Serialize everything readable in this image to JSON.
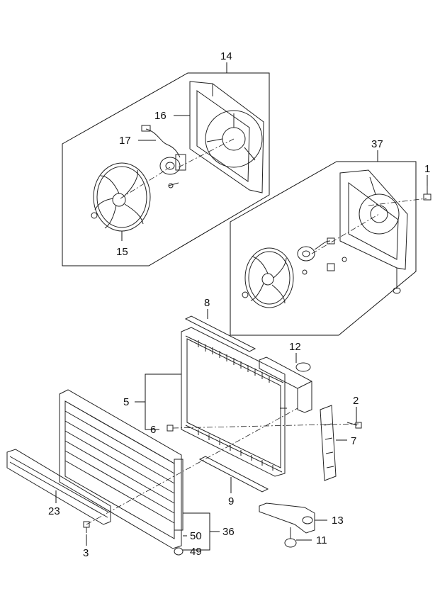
{
  "diagram": {
    "labels": {
      "p14": "14",
      "p16": "16",
      "p17": "17",
      "p15": "15",
      "p37": "37",
      "p1": "1",
      "p8": "8",
      "p12": "12",
      "p5": "5",
      "p6": "6",
      "p2": "2",
      "p7": "7",
      "p9": "9",
      "p23": "23",
      "p13": "13",
      "p3": "3",
      "p50": "50",
      "p36": "36",
      "p11": "11",
      "p49": "49"
    }
  }
}
